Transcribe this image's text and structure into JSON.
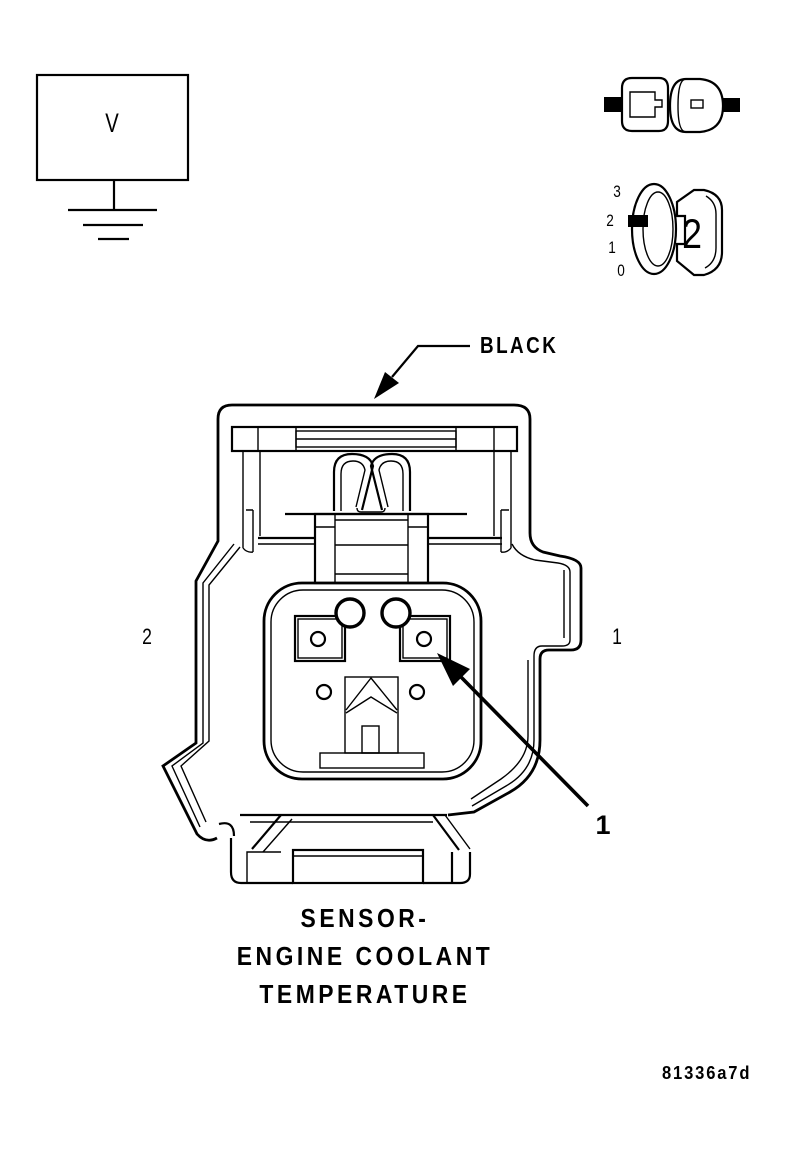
{
  "colors": {
    "ink": "#000000",
    "paper": "#ffffff"
  },
  "icons": {
    "voltmeter_symbol": "boxed-V-meter",
    "ground_icon": "earth-ground-symbol",
    "connector_pair_icon": "mated-connector-halves-side-view",
    "cavity_gauge_icon": "connector-cavity-gauge",
    "black_wire_arrow": "filled-leader-arrow",
    "terminal_1_arrow": "filled-leader-arrow"
  },
  "voltmeter_box": {
    "label": "V"
  },
  "cavity_gauge": {
    "scale_labels": [
      "3",
      "2",
      "1",
      "0"
    ],
    "cavity_count": "2"
  },
  "connector": {
    "color_label": "BLACK",
    "left_cavity_number": "2",
    "right_cavity_number": "1",
    "terminal_callout": "1"
  },
  "caption": {
    "line1": "SENSOR-",
    "line2": "ENGINE COOLANT",
    "line3": "TEMPERATURE"
  },
  "figure_code": "81336a7d"
}
